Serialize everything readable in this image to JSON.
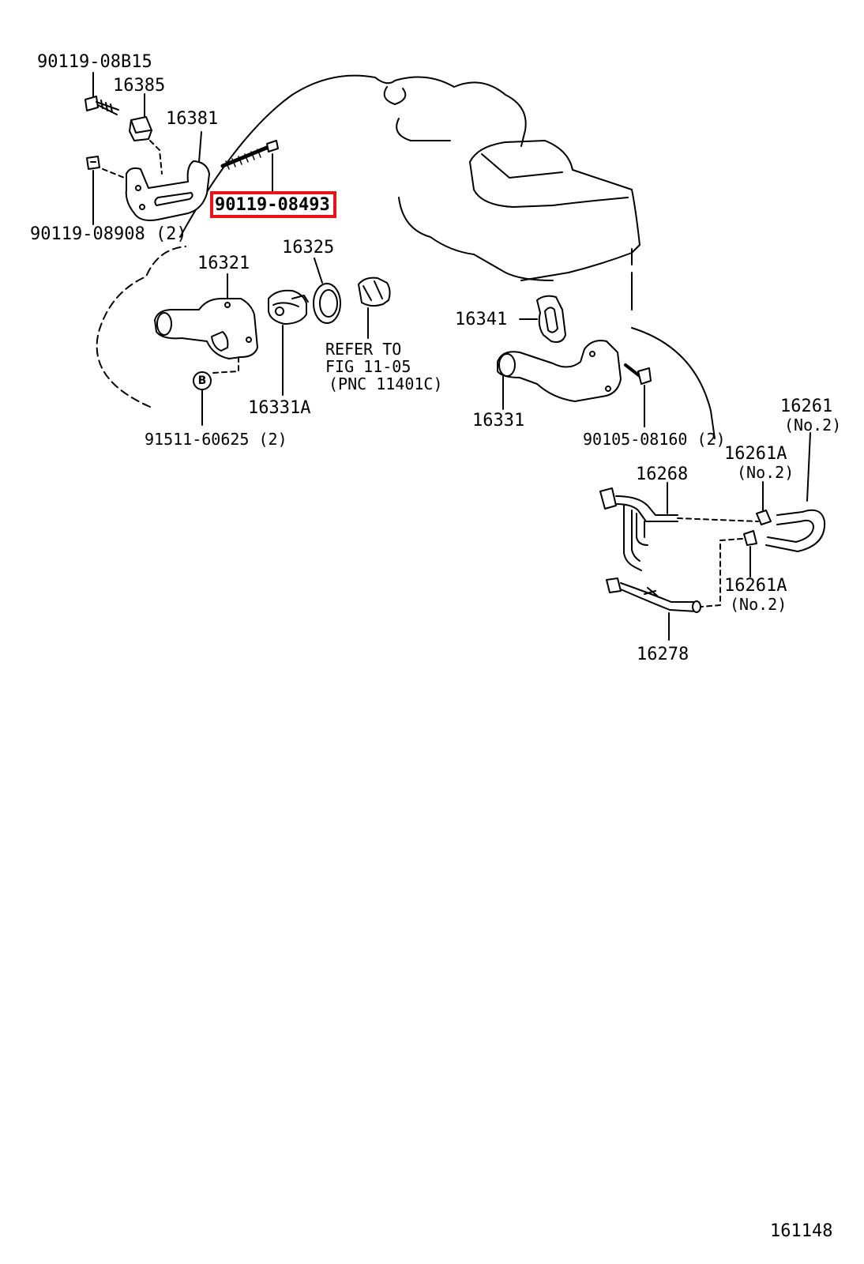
{
  "labels": {
    "p90119_08b15": "90119-08B15",
    "p16385": "16385",
    "p16381": "16381",
    "p90119_08493": "90119-08493",
    "p90119_08908": "90119-08908 (2)",
    "p16321": "16321",
    "p16325": "16325",
    "refer_line1": "REFER TO",
    "refer_line2": "FIG 11-05",
    "refer_line3": "(PNC 11401C)",
    "p16331a": "16331A",
    "p91511_60625": "91511-60625 (2)",
    "p16341": "16341",
    "p16331": "16331",
    "p90105_08160": "90105-08160 (2)",
    "p16261": "16261",
    "p16261_no2": "(No.2)",
    "p16261a_top": "16261A",
    "p16261a_top_no2": "(No.2)",
    "p16268": "16268",
    "p16261a_bottom": "16261A",
    "p16261a_bottom_no2": "(No.2)",
    "p16278": "16278",
    "figure_id": "161148"
  },
  "marker": {
    "b": "B"
  },
  "colors": {
    "highlight": "#e8141c",
    "line": "#000000"
  }
}
